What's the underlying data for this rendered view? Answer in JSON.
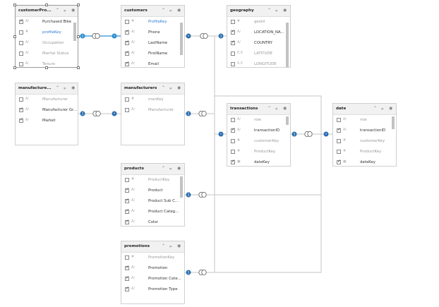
{
  "tables": {
    "customerProfile": {
      "title": "customerPro...",
      "rows": [
        {
          "type": "A∕",
          "name": "Purchased Bike",
          "checked": true
        },
        {
          "type": "#",
          "name": "profileKey",
          "checked": false
        },
        {
          "type": "A∕",
          "name": "Occupation",
          "checked": false
        },
        {
          "type": "A∕",
          "name": "Marital Status",
          "checked": false
        },
        {
          "type": "A∕",
          "name": "Tenure",
          "checked": false
        }
      ]
    },
    "customers": {
      "title": "customers",
      "rows": [
        {
          "type": "#",
          "name": "ProfileKey",
          "checked": false
        },
        {
          "type": "A∕",
          "name": "Phone",
          "checked": true
        },
        {
          "type": "A∕",
          "name": "LastName",
          "checked": true
        },
        {
          "type": "A∕",
          "name": "FirstName",
          "checked": true
        },
        {
          "type": "A∕",
          "name": "Email",
          "checked": true
        }
      ]
    },
    "geography": {
      "title": "geography",
      "rows": [
        {
          "type": "#",
          "name": "geoId",
          "checked": false
        },
        {
          "type": "A∕",
          "name": "LOCATION_NA...",
          "checked": true
        },
        {
          "type": "A∕",
          "name": "COUNTRY",
          "checked": true
        },
        {
          "type": "0.0",
          "name": "LATITUDE",
          "checked": false
        },
        {
          "type": "0.0",
          "name": "LONGITUDE",
          "checked": false
        }
      ]
    },
    "manufacturer": {
      "title": "manufacture...",
      "rows": [
        {
          "type": "A∕",
          "name": "Manufacturer",
          "checked": false
        },
        {
          "type": "A∕",
          "name": "Manufacturer Gr...",
          "checked": true
        },
        {
          "type": "A∕",
          "name": "Market",
          "checked": true
        }
      ]
    },
    "manufacturers": {
      "title": "manufacturers",
      "rows": [
        {
          "type": "#",
          "name": "manKey",
          "checked": false
        },
        {
          "type": "A∕",
          "name": "Manufacturer",
          "checked": false
        }
      ]
    },
    "transactions": {
      "title": "transactions",
      "rows": [
        {
          "type": "A∕",
          "name": "row",
          "checked": false
        },
        {
          "type": "A∕",
          "name": "transactionID",
          "checked": true
        },
        {
          "type": "#",
          "name": "customerKey",
          "checked": false
        },
        {
          "type": "#",
          "name": "ProductKey",
          "checked": false
        },
        {
          "type": "▦",
          "name": "dateKey",
          "checked": true
        }
      ]
    },
    "date": {
      "title": "date",
      "rows": [
        {
          "type": "A∕",
          "name": "row",
          "checked": false
        },
        {
          "type": "A∕",
          "name": "transactionID",
          "checked": true
        },
        {
          "type": "#",
          "name": "customerKey",
          "checked": false
        },
        {
          "type": "#",
          "name": "ProductKey",
          "checked": false
        },
        {
          "type": "▦",
          "name": "dateKey",
          "checked": true
        }
      ]
    },
    "products": {
      "title": "products",
      "rows": [
        {
          "type": "#",
          "name": "ProductKey",
          "checked": false
        },
        {
          "type": "A∕",
          "name": "Product",
          "checked": true
        },
        {
          "type": "A∕",
          "name": "Product Sub C...",
          "checked": true
        },
        {
          "type": "A∕",
          "name": "Product Categ...",
          "checked": true
        },
        {
          "type": "A∕",
          "name": "Color",
          "checked": true
        }
      ]
    },
    "promotions": {
      "title": "promotions",
      "rows": [
        {
          "type": "#",
          "name": "PromotionKey",
          "checked": false
        },
        {
          "type": "A∕",
          "name": "Promotion",
          "checked": true
        },
        {
          "type": "A∕",
          "name": "Promotion Cate...",
          "checked": true
        },
        {
          "type": "A∕",
          "name": "Promotion Type",
          "checked": true
        }
      ]
    }
  },
  "cardinality": {
    "one": "1",
    "many": "*"
  },
  "header_icons": {
    "collapse": "chevron-up-down-icon",
    "filter": "filter-icon",
    "visibility": "eye-icon"
  }
}
